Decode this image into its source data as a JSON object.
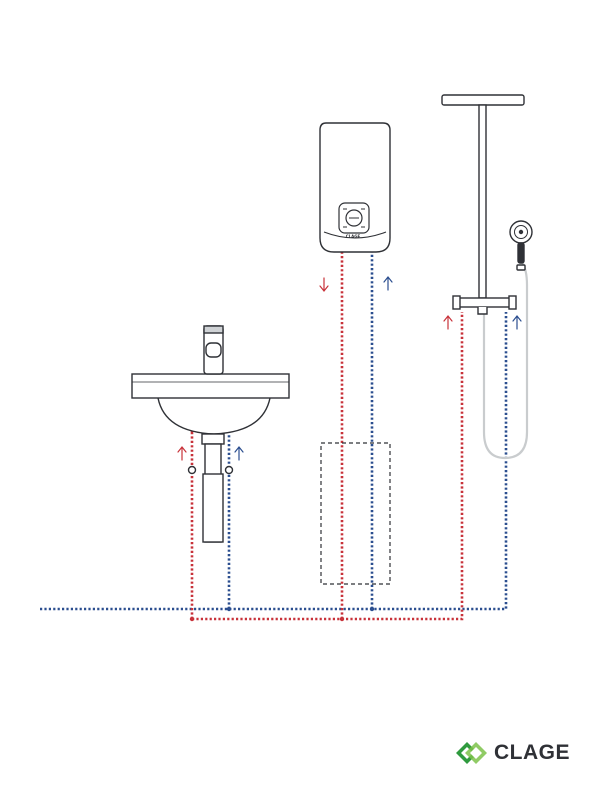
{
  "brand": {
    "name": "CLAGE",
    "device_label": "CLAGE"
  },
  "colors": {
    "hot": "#c8323a",
    "cold": "#2b4e8f",
    "outline": "#2f3136",
    "hose": "#c9ccce",
    "logo_green": "#2f9a3e",
    "logo_green_light": "#7cc24a"
  },
  "icons": {
    "flow_up_hot": "arrow-up",
    "flow_down_hot": "arrow-down",
    "flow_up_cold": "arrow-up"
  }
}
